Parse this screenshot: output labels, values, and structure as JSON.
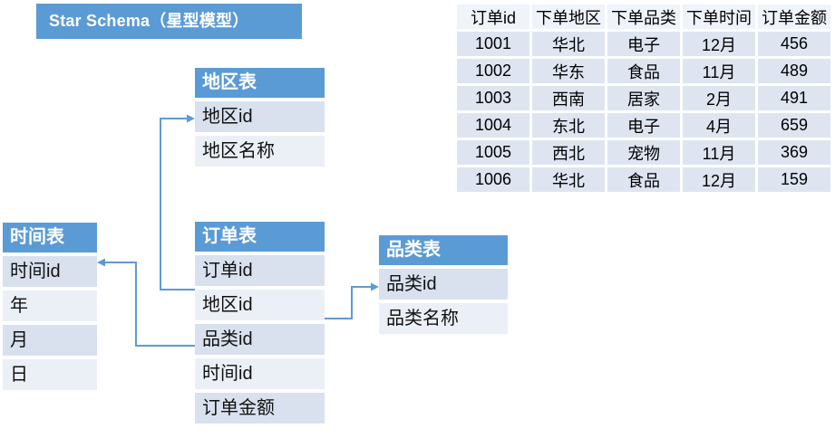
{
  "title": "Star Schema（星型模型）",
  "schema_tables": {
    "region": {
      "header": "地区表",
      "fields": [
        "地区id",
        "地区名称"
      ]
    },
    "time": {
      "header": "时间表",
      "fields": [
        "时间id",
        "年",
        "月",
        "日"
      ]
    },
    "order": {
      "header": "订单表",
      "fields": [
        "订单id",
        "地区id",
        "品类id",
        "时间id",
        "订单金额"
      ]
    },
    "category": {
      "header": "品类表",
      "fields": [
        "品类id",
        "品类名称"
      ]
    }
  },
  "relationships": [
    {
      "from": "订单表.地区id",
      "to": "地区表.地区id"
    },
    {
      "from": "订单表.品类id",
      "to": "时间表.时间id"
    },
    {
      "from": "订单表.地区id",
      "to": "品类表.品类id"
    }
  ],
  "data_table": {
    "columns": [
      "订单id",
      "下单地区",
      "下单品类",
      "下单时间",
      "订单金额"
    ],
    "rows": [
      [
        "1001",
        "华北",
        "电子",
        "12月",
        "456"
      ],
      [
        "1002",
        "华东",
        "食品",
        "11月",
        "489"
      ],
      [
        "1003",
        "西南",
        "居家",
        "2月",
        "491"
      ],
      [
        "1004",
        "东北",
        "电子",
        "4月",
        "659"
      ],
      [
        "1005",
        "西北",
        "宠物",
        "11月",
        "369"
      ],
      [
        "1006",
        "华北",
        "食品",
        "12月",
        "159"
      ]
    ]
  },
  "colors": {
    "accent_blue": "#5B9BD5",
    "band_dark": "#D9E1EF",
    "band_light": "#EBEFF6",
    "data_header_bg": "#EFF3FA",
    "data_row_bg": "#DEE5F1",
    "connector": "#5B9BD5"
  }
}
